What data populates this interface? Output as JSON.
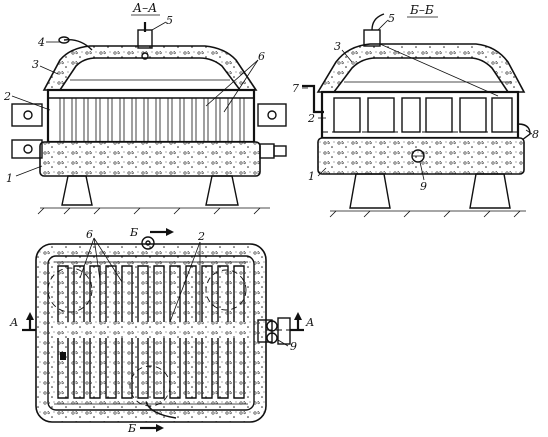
{
  "views": {
    "section_aa_title": "А–А",
    "section_bb_title": "Б–Б",
    "plan_cut_mark_a": "А",
    "plan_cut_mark_b": "Б"
  },
  "callouts": {
    "n1": "1",
    "n2": "2",
    "n3": "3",
    "n4": "4",
    "n5": "5",
    "n6": "6",
    "n7": "7",
    "n8": "8",
    "n9": "9"
  }
}
